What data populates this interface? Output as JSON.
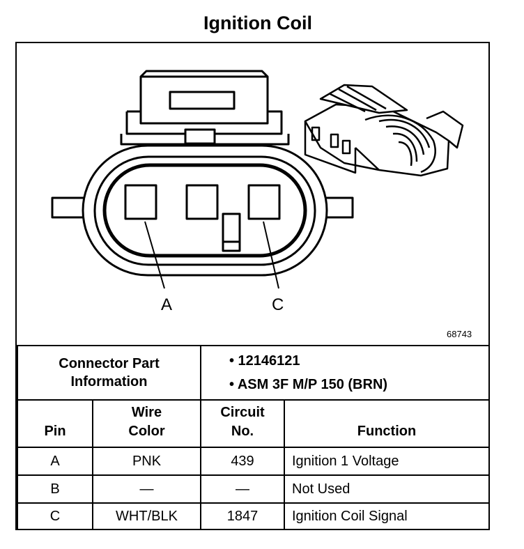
{
  "title": "Ignition Coil",
  "figure_number": "68743",
  "pin_callouts": [
    "A",
    "C"
  ],
  "connector_part_information": {
    "label_line1": "Connector Part",
    "label_line2": "Information",
    "parts": [
      "• 12146121",
      "• ASM 3F M/P 150 (BRN)"
    ]
  },
  "table": {
    "headers": {
      "pin": "Pin",
      "wire_color_line1": "Wire",
      "wire_color_line2": "Color",
      "circuit_line1": "Circuit",
      "circuit_line2": "No.",
      "function": "Function"
    },
    "rows": [
      {
        "pin": "A",
        "wire_color": "PNK",
        "circuit": "439",
        "function": "Ignition 1 Voltage"
      },
      {
        "pin": "B",
        "wire_color": "—",
        "circuit": "—",
        "function": "Not Used"
      },
      {
        "pin": "C",
        "wire_color": "WHT/BLK",
        "circuit": "1847",
        "function": "Ignition Coil Signal"
      }
    ]
  }
}
